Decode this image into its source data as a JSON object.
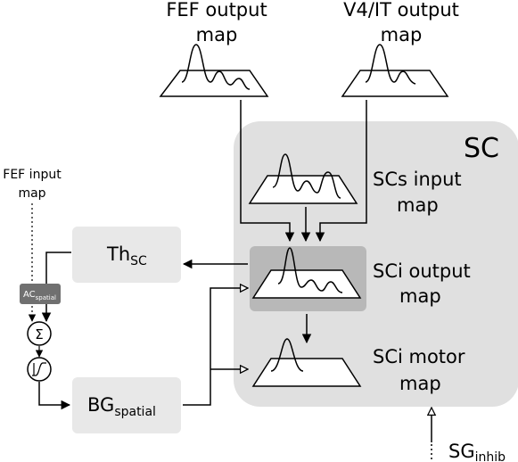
{
  "labels": {
    "fef_output_line1": "FEF output",
    "fef_output_line2": "map",
    "v4it_output_line1": "V4/IT output",
    "v4it_output_line2": "map",
    "sc": "SC",
    "scs_input_line1": "SCs input",
    "scs_input_line2": "map",
    "sci_output_line1": "SCi output",
    "sci_output_line2": "map",
    "sci_motor_line1": "SCi motor",
    "sci_motor_line2": "map",
    "fef_input_line1": "FEF input",
    "fef_input_line2": "map",
    "th_main": "Th",
    "th_sub": "SC",
    "ac_main": "AC",
    "ac_sub": "spatial",
    "bg_main": "BG",
    "bg_sub": "spatial",
    "sg_main": "SG",
    "sg_sub": "inhib",
    "sum_symbol": "Σ"
  },
  "colors": {
    "sc_region": "#e0e0e0",
    "sci_output_highlight": "#b8b8b8",
    "node_box": "#e8e8e8",
    "ac_box": "#707070",
    "stroke": "#000000"
  }
}
